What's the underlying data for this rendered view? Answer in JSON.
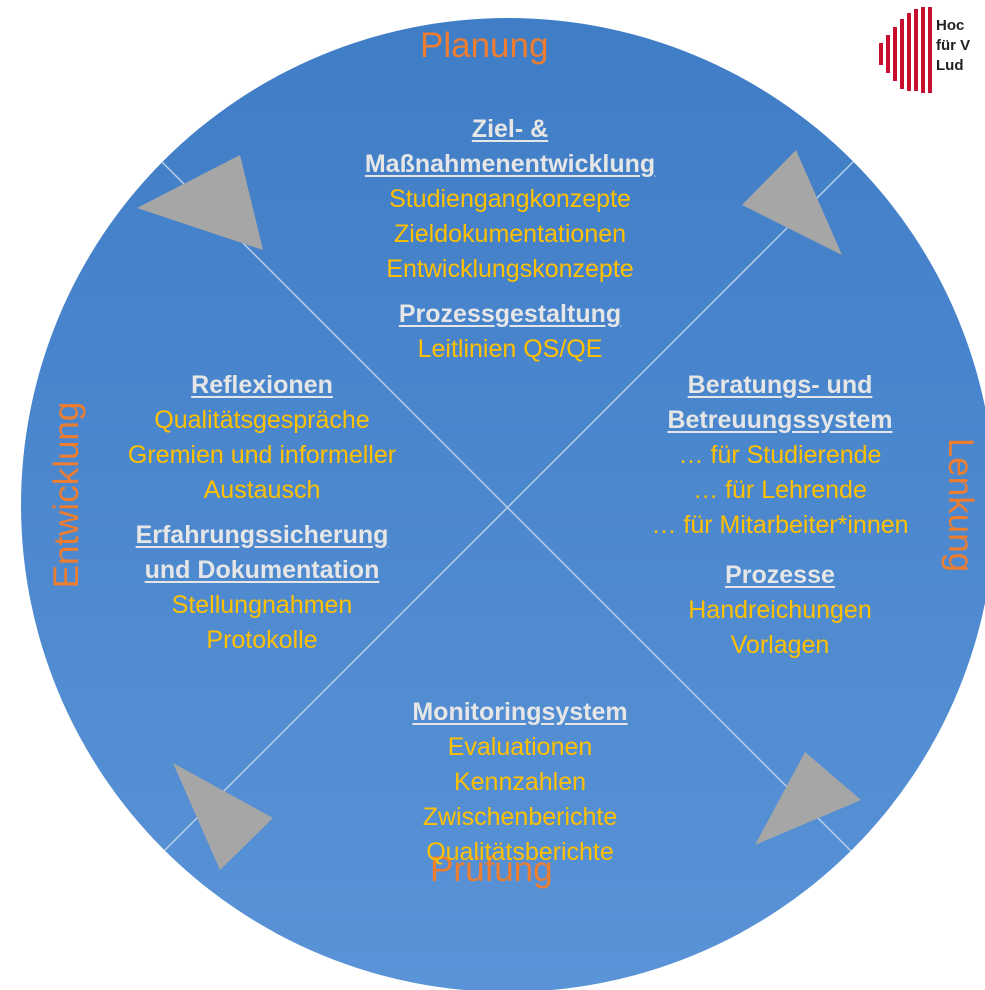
{
  "colors": {
    "circle_top": "#3f7dc6",
    "circle_bottom": "#5a93d6",
    "heading": "#e6e6e6",
    "text": "#ffc000",
    "phase": "#ed7d31",
    "arrow": "#a6a6a6",
    "logo": "#c8102e"
  },
  "phases": {
    "top": "Planung",
    "right": "Lenkung",
    "bottom": "Prüfung",
    "left": "Entwicklung"
  },
  "top": {
    "h1": "Ziel- &",
    "h2": "Maßnahmenentwicklung",
    "items": [
      "Studiengangkonzepte",
      "Zieldokumentationen",
      "Entwicklungskonzepte"
    ],
    "h3": "Prozessgestaltung",
    "items2": [
      "Leitlinien QS/QE"
    ]
  },
  "left": {
    "h1": "Reflexionen",
    "items": [
      "Qualitätsgespräche",
      "Gremien und informeller",
      "Austausch"
    ],
    "h2": "Erfahrungssicherung",
    "h3": "und Dokumentation",
    "items2": [
      "Stellungnahmen",
      "Protokolle"
    ]
  },
  "right": {
    "h1": "Beratungs- und",
    "h2": "Betreuungssystem",
    "items": [
      "… für Studierende",
      "… für Lehrende",
      "… für Mitarbeiter*innen"
    ],
    "h3": "Prozesse",
    "items2": [
      "Handreichungen",
      "Vorlagen"
    ]
  },
  "bottom": {
    "h1": "Monitoringsystem",
    "items": [
      "Evaluationen",
      "Kennzahlen",
      "Zwischenberichte",
      "Qualitätsberichte"
    ]
  },
  "logo": {
    "line1": "Hoc",
    "line2": "für V",
    "line3": "Lud"
  }
}
